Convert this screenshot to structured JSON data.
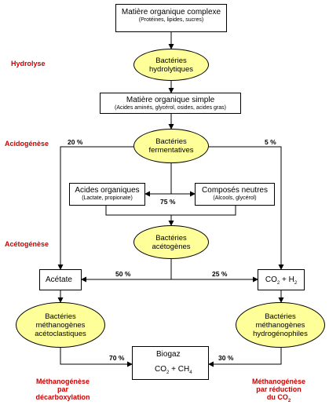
{
  "stages": {
    "hydrolysis": "Hydrolyse",
    "acidogenesis": "Acidogénèse",
    "acetogenesis": "Acétogénèse",
    "methanogenesis_left": [
      "Méthanogénèse",
      "par",
      "décarboxylation"
    ],
    "methanogenesis_right": [
      "Méthanogénèse",
      "par réduction",
      "du CO"
    ]
  },
  "boxes": {
    "complex": {
      "title": "Matière organique complexe",
      "sub": "(Protéines, lipides, sucres)"
    },
    "simple": {
      "title": "Matière organique simple",
      "sub": "(Acides aminés, glycérol, osides, acides gras)"
    },
    "acids": {
      "title": "Acides organiques",
      "sub": "(Lactate, propionate)"
    },
    "neutral": {
      "title": "Composés neutres",
      "sub": "(Alcools, glycérol)"
    },
    "acetate": {
      "title": "Acétate"
    },
    "co2h2": {
      "a": "CO",
      "b": "2",
      "c": " + H",
      "d": "2"
    },
    "biogas": {
      "title": "Biogaz",
      "a": "CO",
      "b": "2",
      "c": " + CH",
      "d": "4"
    }
  },
  "bacteria": {
    "hydrolytic": [
      "Bactéries",
      "hydrolytiques"
    ],
    "fermentative": [
      "Bactéries",
      "fermentatives"
    ],
    "acetogenic": [
      "Bactéries",
      "acétogènes"
    ],
    "acetoclastic": [
      "Bactéries",
      "méthanogènes",
      "acétoclastiques"
    ],
    "hydrogenophilic": [
      "Bactéries",
      "méthanogènes",
      "hydrogénophiles"
    ]
  },
  "percentages": {
    "left_20": "20 %",
    "right_5": "5 %",
    "middle_75": "75 %",
    "acetate_50": "50 %",
    "h2_25": "25 %",
    "biogas_70": "70 %",
    "biogas_30": "30 %"
  },
  "colors": {
    "stage_label": "#cc0000",
    "bacteria_fill": "#ffff99"
  }
}
